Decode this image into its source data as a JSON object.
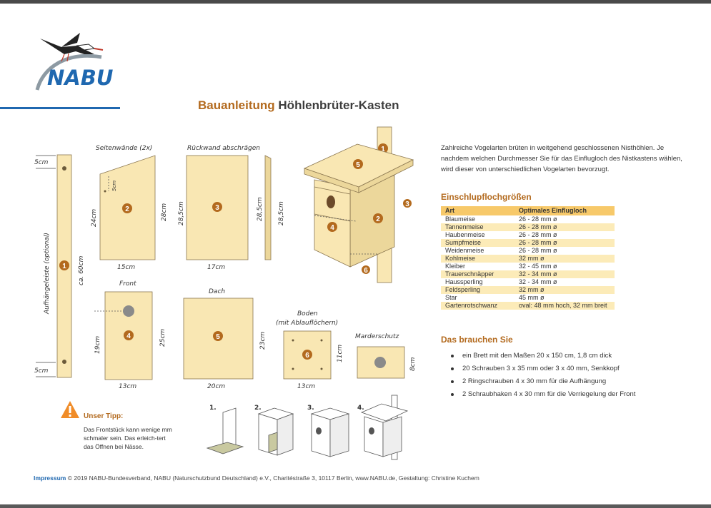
{
  "brand": {
    "name": "NABU"
  },
  "title": {
    "accent": "Bauanleitung",
    "main": "Höhlenbrüter-Kasten"
  },
  "plans": {
    "labels": {
      "seitenwaende": "Seitenwände (2x)",
      "rueckwand": "Rückwand abschrägen",
      "front": "Front",
      "dach": "Dach",
      "boden": "Boden",
      "boden_sub": "(mit Ablauflöchern)",
      "marderschutz": "Marderschutz",
      "aufhaengeleiste": "Aufhängeleiste (optional)"
    },
    "dims": {
      "top_5cm": "5cm",
      "bottom_5cm": "5cm",
      "leiste_len": "ca. 60cm",
      "side_5cm": "5cm",
      "side_24": "24cm",
      "side_28": "28cm",
      "side_w": "15cm",
      "back_h": "28,5cm",
      "back_w": "17cm",
      "back_edge": "28,5cm",
      "front_19": "19cm",
      "front_25": "25cm",
      "front_w": "13cm",
      "roof_h": "23cm",
      "roof_w": "20cm",
      "floor_h": "11cm",
      "floor_w": "13cm",
      "marder_h": "8cm"
    },
    "numbers": [
      "1",
      "2",
      "3",
      "4",
      "5",
      "6"
    ],
    "steps": [
      "1.",
      "2.",
      "3.",
      "4."
    ]
  },
  "intro": "Zahlreiche Vogelarten brüten in weitgehend geschlossenen Nisthöhlen. Je nachdem welchen Durchmesser Sie für das Einflugloch des Nistkastens wählen, wird dieser von unterschiedlichen Vogelarten bevorzugt.",
  "holes": {
    "heading": "Einschlupflochgrößen",
    "col_art": "Art",
    "col_loch": "Optimales Einflugloch",
    "rows": [
      {
        "art": "Blaumeise",
        "loch": "26 - 28 mm ø"
      },
      {
        "art": "Tannenmeise",
        "loch": "26 - 28 mm ø"
      },
      {
        "art": "Haubenmeise",
        "loch": "26 - 28 mm ø"
      },
      {
        "art": "Sumpfmeise",
        "loch": "26 - 28 mm ø"
      },
      {
        "art": "Weidenmeise",
        "loch": "26 - 28 mm ø"
      },
      {
        "art": "Kohlmeise",
        "loch": "32 mm ø"
      },
      {
        "art": "Kleiber",
        "loch": "32 - 45 mm ø"
      },
      {
        "art": "Trauerschnäpper",
        "loch": "32 - 34 mm ø"
      },
      {
        "art": "Haussperling",
        "loch": "32 - 34 mm ø"
      },
      {
        "art": "Feldsperling",
        "loch": "32 mm ø"
      },
      {
        "art": "Star",
        "loch": "45 mm ø"
      },
      {
        "art": "Gartenrotschwanz",
        "loch": "oval: 48 mm hoch, 32 mm breit"
      }
    ]
  },
  "needs": {
    "heading": "Das brauchen Sie",
    "items": [
      "ein Brett mit den Maßen 20 x 150 cm, 1,8 cm dick",
      "20 Schrauben 3 x 35 mm oder 3 x 40 mm, Senkkopf",
      "2 Ringschrauben 4 x 30 mm für die Aufhängung",
      "2 Schraubhaken 4 x 30 mm für die Verriegelung der Front"
    ]
  },
  "tip": {
    "title": "Unser Tipp:",
    "text": "Das Frontstück kann wenige mm schmaler sein. Das erleich-tert das Öffnen bei Nässe."
  },
  "footer": {
    "impressum": "Impressum",
    "text": "© 2019 NABU-Bundesverband, NABU (Naturschutzbund Deutschland) e.V., Charitéstraße 3, 10117 Berlin, www.NABU.de, Gestaltung: Christine Kuchem"
  },
  "colors": {
    "wood": "#f9e7b3",
    "accent": "#b36a1e",
    "blue": "#1f68b0",
    "badge": "#b36a1e"
  }
}
